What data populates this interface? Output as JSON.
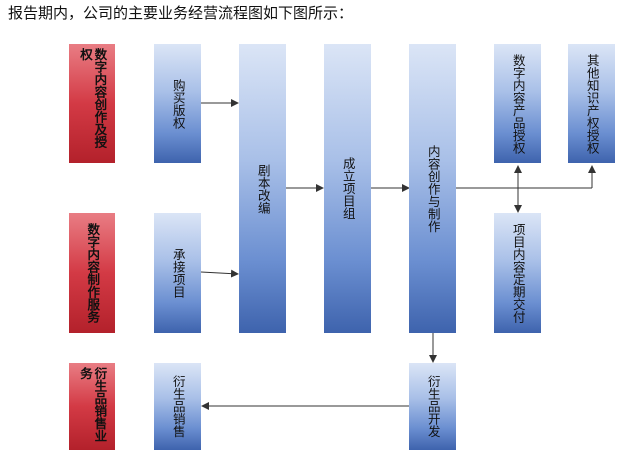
{
  "heading": "报告期内，公司的主要业务经营流程图如下图所示：",
  "colors": {
    "line": "#333333",
    "blue_top": "#dbe5f6",
    "blue_bottom": "#3e63ad",
    "red_top": "#e97d84",
    "red_bottom": "#b3212b"
  },
  "nodes": {
    "cat1": "数字内容创作及授权",
    "cat2": "数字内容制作服务",
    "cat3": "衍生品销售业务",
    "buy": "购买版权",
    "undertake": "承接项目",
    "derivSales": "衍生品销售",
    "script": "剧本改编",
    "team": "成立项目组",
    "create": "内容创作与制作",
    "digital": "数字内容产品授权",
    "ip": "其他知识产权授权",
    "delivery": "项目内容定期交付",
    "derivDev": "衍生品开发"
  }
}
